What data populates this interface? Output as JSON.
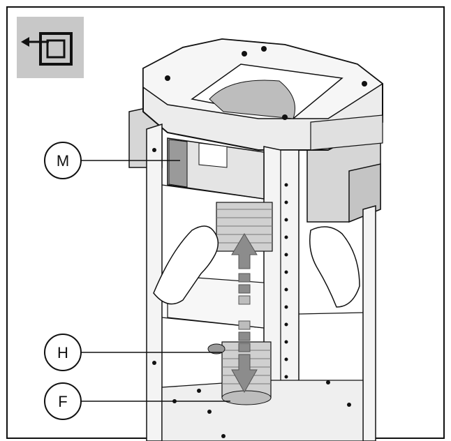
{
  "callouts": {
    "m": {
      "label": "M"
    },
    "h": {
      "label": "H"
    },
    "f": {
      "label": "F"
    }
  },
  "icons": {
    "corner_icon": "remove-from-frame-icon",
    "arrow": "double-headed-vertical-arrow-icon"
  },
  "colors": {
    "line": "#111111",
    "light_gray": "#d6d6d6",
    "mid_gray": "#b9b9b9",
    "dark_gray": "#8c8c8c",
    "icon_bg": "#c8c8c8",
    "background": "#ffffff"
  }
}
